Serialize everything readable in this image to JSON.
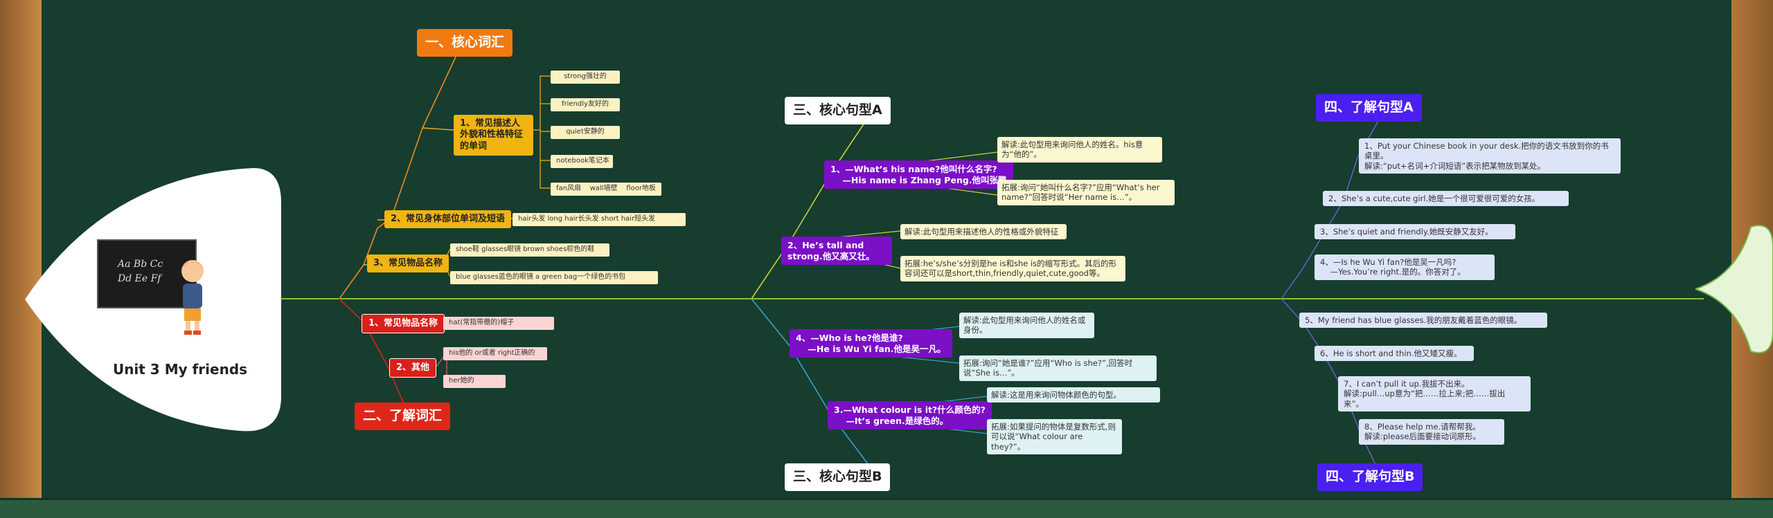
{
  "root": {
    "title": "Unit 3 My friends",
    "board_text": [
      "Aa Bb Cc",
      "Dd Ee Ff"
    ]
  },
  "colors": {
    "board": "#173d2f",
    "wood": "#b5793c",
    "orange": "#f07a12",
    "red": "#e0261b",
    "yellow": "#f0b413",
    "purple": "#7b10c6",
    "blue": "#4a1ff0"
  },
  "vocab_core": {
    "title": "一、核心词汇",
    "group1": {
      "title": "1、常见描述人外貌和性格特征的单词",
      "items": [
        "strong强壮的",
        "friendly友好的",
        "quiet安静的",
        "notebook笔记本",
        "fan风扇    wall墙壁    floor地板"
      ]
    },
    "group2": {
      "title": "2、常见身体部位单词及短语",
      "items": [
        "hair头发 long hair长头发 short hair短头发"
      ]
    },
    "group3": {
      "title": "3、常见物品名称",
      "items": [
        "shoe鞋 glasses眼镜 brown shoes棕色的鞋",
        "blue glasses蓝色的眼镜 a green bag一个绿色的书包"
      ]
    }
  },
  "vocab_extra": {
    "title": "二、了解词汇",
    "group1": {
      "title": "1、常见物品名称",
      "items": [
        "hat(常指带檐的)帽子"
      ]
    },
    "group2": {
      "title": "2、其他",
      "items": [
        "his他的 or或者 right正确的",
        "her她的"
      ]
    }
  },
  "core_a": {
    "title": "三、核心句型A",
    "s1": {
      "title": "1、—What’s his name?他叫什么名字?\n    —His name is Zhang Peng.他叫张鹏",
      "notes": [
        "解读:此句型用来询问他人的姓名。his意为“他的”。",
        "拓展:询问“她叫什么名字?”应用“What’s her name?”回答时说“Her name is…”。"
      ]
    },
    "s2": {
      "title": "2、He’s tall and strong.他又高又壮。",
      "notes": [
        "解读:此句型用来描述他人的性格或外貌特征",
        "拓展:he’s/she’s分别是he is和she is的缩写形式。其后的形容词还可以是short,thin,friendly,quiet,cute,good等。"
      ]
    }
  },
  "core_b": {
    "title": "三、核心句型B",
    "s4": {
      "title": "4、—Who is he?他是谁?\n    —He is Wu Yi fan.他是吴一凡。",
      "notes": [
        "解读:此句型用来询问他人的姓名或身份。",
        "拓展:询问“她是谁?”应用“Who is she?”,回答时说“She is…”。"
      ]
    },
    "s3": {
      "title": "3.—What colour is it?什么颜色的?\n    —It’s green.是绿色的。",
      "notes": [
        "解读:这是用来询问物体颜色的句型。",
        "拓展:如果提问的物体是复数形式,则可以说“What colour are they?”。"
      ]
    }
  },
  "know_a": {
    "title": "四、了解句型A",
    "items": [
      "1、Put your Chinese book in your desk.把你的语文书放到你的书桌里。\n解读:“put+名词+介词短语”表示把某物放到某处。",
      "2、She’s a cute,cute girl.她是一个很可爱很可爱的女孩。",
      "3、She’s quiet and friendly.她既安静又友好。",
      "4、—Is he Wu Yi fan?他是吴一凡吗?\n    —Yes.You’re right.是的。你答对了。"
    ]
  },
  "know_b": {
    "title": "四、了解句型B",
    "items": [
      "5、My friend has blue glasses.我的朋友戴着蓝色的眼镜。",
      "6、He is short and thin.他又矮又瘦。",
      "7、I can’t pull it up.我拔不出来。\n解读:pull…up意为“把……拉上来;把……拔出来”。",
      "8、Please help me.请帮帮我。\n解读:please后面要接动词原形。"
    ]
  }
}
